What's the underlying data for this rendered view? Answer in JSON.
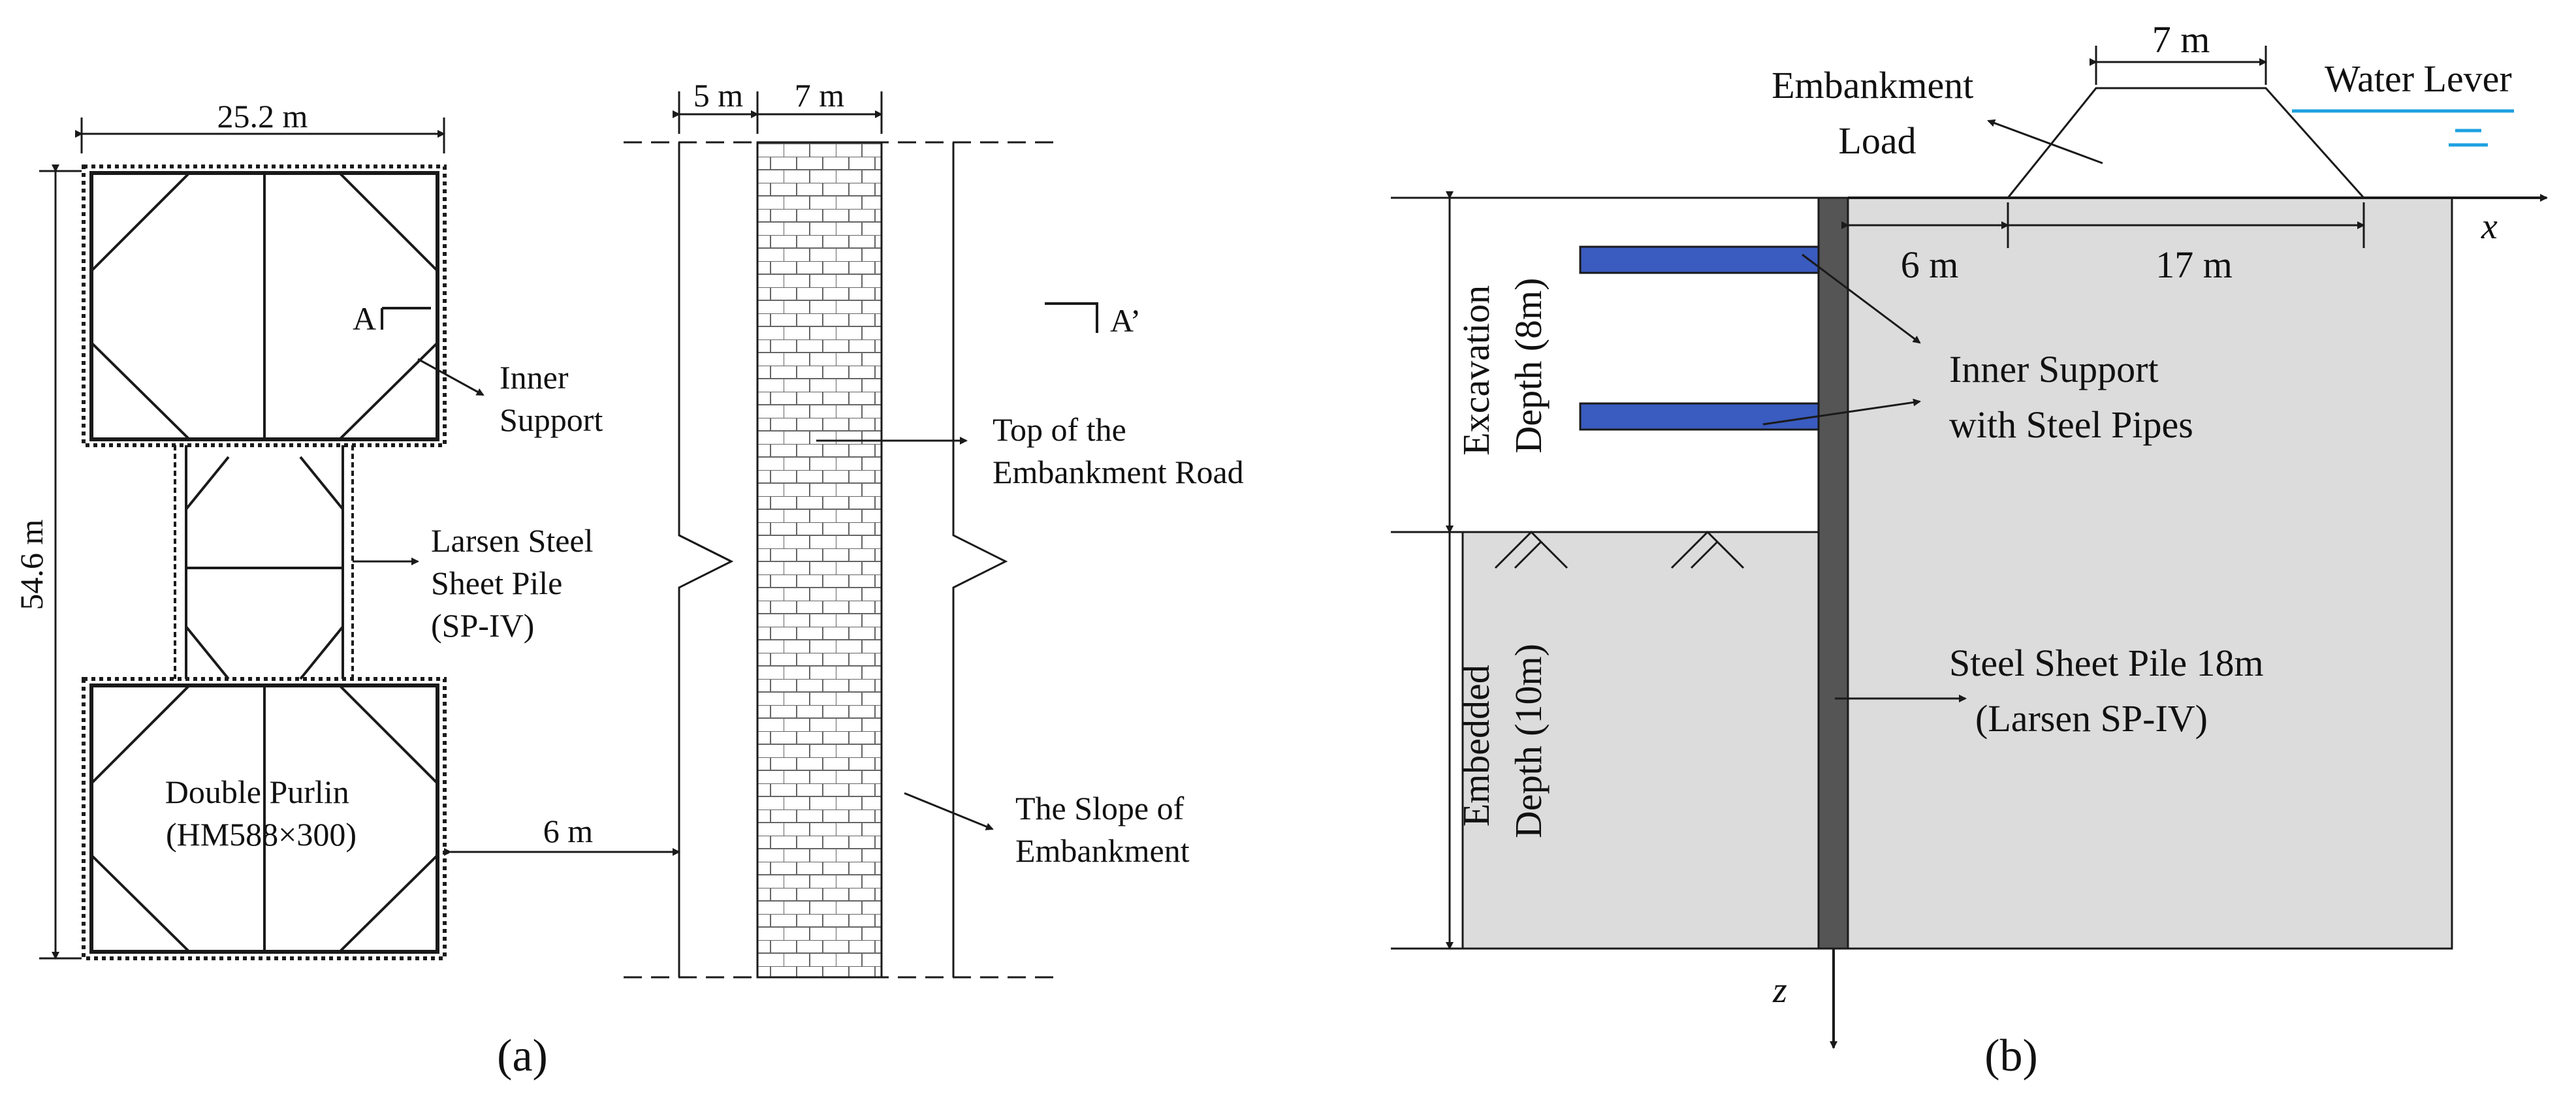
{
  "panel_a": {
    "caption": "(a)",
    "dim_width": "25.2 m",
    "dim_height": "54.6 m",
    "dim_offset": "6 m",
    "dim_slope": "5 m",
    "dim_road": "7 m",
    "section_a": "A",
    "section_a_prime": "A’",
    "inner_support": [
      "Inner",
      "Support"
    ],
    "larsen": [
      "Larsen Steel",
      "Sheet Pile",
      "(SP-IV)"
    ],
    "double_purlin": [
      "Double Purlin",
      "(HM588×300)"
    ],
    "top_road": [
      "Top of the",
      "Embankment Road"
    ],
    "slope": [
      "The Slope of",
      "Embankment"
    ]
  },
  "panel_b": {
    "caption": "(b)",
    "embankment_load": [
      "Embankment",
      "Load"
    ],
    "water_level": "Water Lever",
    "dim_top": "7 m",
    "dim_6": "6 m",
    "dim_17": "17 m",
    "axis_x": "x",
    "axis_z": "z",
    "excavation": [
      "Excavation",
      "Depth (8m)"
    ],
    "embedded": [
      "Embedded",
      "Depth (10m)"
    ],
    "inner_support": [
      "Inner Support",
      "with Steel Pipes"
    ],
    "sheet_pile": [
      "Steel Sheet Pile 18m",
      "(Larsen SP-IV)"
    ],
    "colors": {
      "soil": "#dcdcdc",
      "pipe": "#3a5bbf",
      "water": "#1da1e0",
      "pile": "#555555"
    }
  }
}
